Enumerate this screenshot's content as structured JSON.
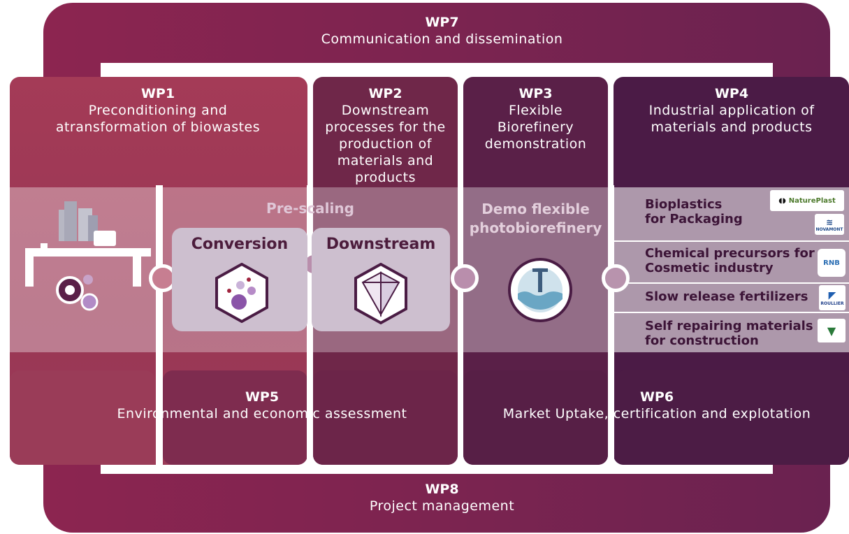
{
  "wp7": {
    "id": "WP7",
    "title": "Communication and dissemination"
  },
  "wp8": {
    "id": "WP8",
    "title": "Project management"
  },
  "wp1": {
    "id": "WP1",
    "line1": "Preconditioning and",
    "line2": "atransformation of biowastes"
  },
  "wp2": {
    "id": "WP2",
    "lines": [
      "Downstream",
      "processes for the",
      "production of",
      "materials and",
      "products"
    ]
  },
  "wp3": {
    "id": "WP3",
    "lines": [
      "Flexible",
      "Biorefinery",
      "demonstration"
    ]
  },
  "wp4": {
    "id": "WP4",
    "line1": "Industrial application of",
    "line2": "materials and products"
  },
  "wp5": {
    "id": "WP5",
    "title": "Environmental and economic assessment"
  },
  "wp6": {
    "id": "WP6",
    "title": "Market Uptake, certification and explotation"
  },
  "prescaling": {
    "label": "Pre-scaling",
    "conversion": "Conversion",
    "downstream": "Downstream"
  },
  "demo": {
    "line1": "Demo flexible",
    "line2": "photobiorefinery"
  },
  "products": [
    {
      "line1": "Bioplastics",
      "line2": "for Packaging"
    },
    {
      "line1": "Chemical precursors for",
      "line2": "Cosmetic industry"
    },
    {
      "line1": "Slow release fertilizers",
      "line2": ""
    },
    {
      "line1": "Self repairing materials",
      "line2": "for construction"
    }
  ],
  "logos": {
    "natureplast": "NaturePlast",
    "novamont": "NOVAMONT",
    "rnb": "RNB",
    "roullier": "ROULLIER"
  },
  "colors": {
    "wp7": "#8b2550",
    "wp1": "#a23a55",
    "wp2": "#6e2749",
    "wp3": "#561f47",
    "wp4": "#4b1c47"
  }
}
